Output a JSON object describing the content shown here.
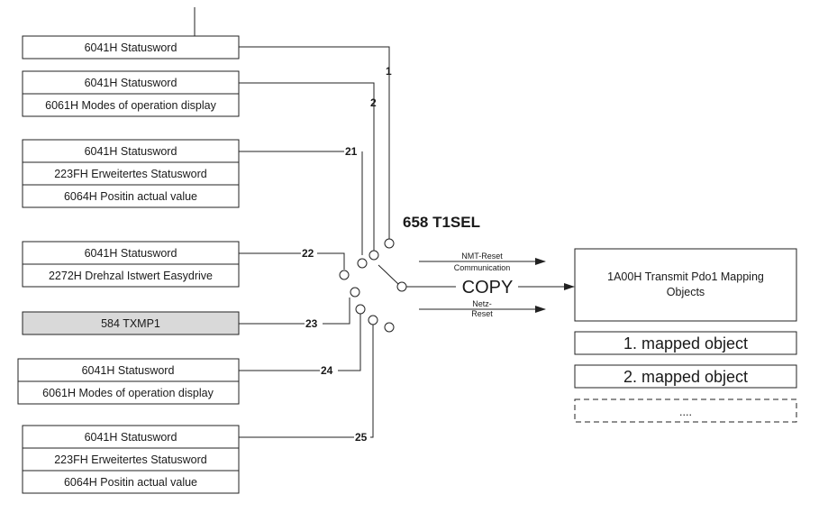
{
  "groups": [
    {
      "rows": [
        "6041H Statusword"
      ],
      "channel": "1"
    },
    {
      "rows": [
        "6041H Statusword",
        "6061H Modes of operation display"
      ],
      "channel": "2"
    },
    {
      "rows": [
        "6041H Statusword",
        "223FH Erweitertes Statusword",
        "6064H Positin actual value"
      ],
      "channel": "21"
    },
    {
      "rows": [
        "6041H Statusword",
        "2272H Drehzal Istwert Easydrive"
      ],
      "channel": "22"
    },
    {
      "rows": [
        "584 TXMP1"
      ],
      "channel": "23"
    },
    {
      "rows": [
        "6041H Statusword",
        "6061H Modes of operation display"
      ],
      "channel": "24"
    },
    {
      "rows": [
        "6041H Statusword",
        "223FH Erweitertes Statusword",
        "6064H Positin actual value"
      ],
      "channel": "25"
    }
  ],
  "selector": {
    "title": "658 T1SEL",
    "action": "COPY"
  },
  "arrows": {
    "nmt_line1": "NMT-Reset",
    "nmt_line2": "Communication",
    "netz_line1": "Netz-",
    "netz_line2": "Reset"
  },
  "target": {
    "title_line1": "1A00H Transmit Pdo1 Mapping",
    "title_line2": "Objects",
    "mapped": [
      "1. mapped object",
      "2. mapped object"
    ],
    "more": "...."
  }
}
